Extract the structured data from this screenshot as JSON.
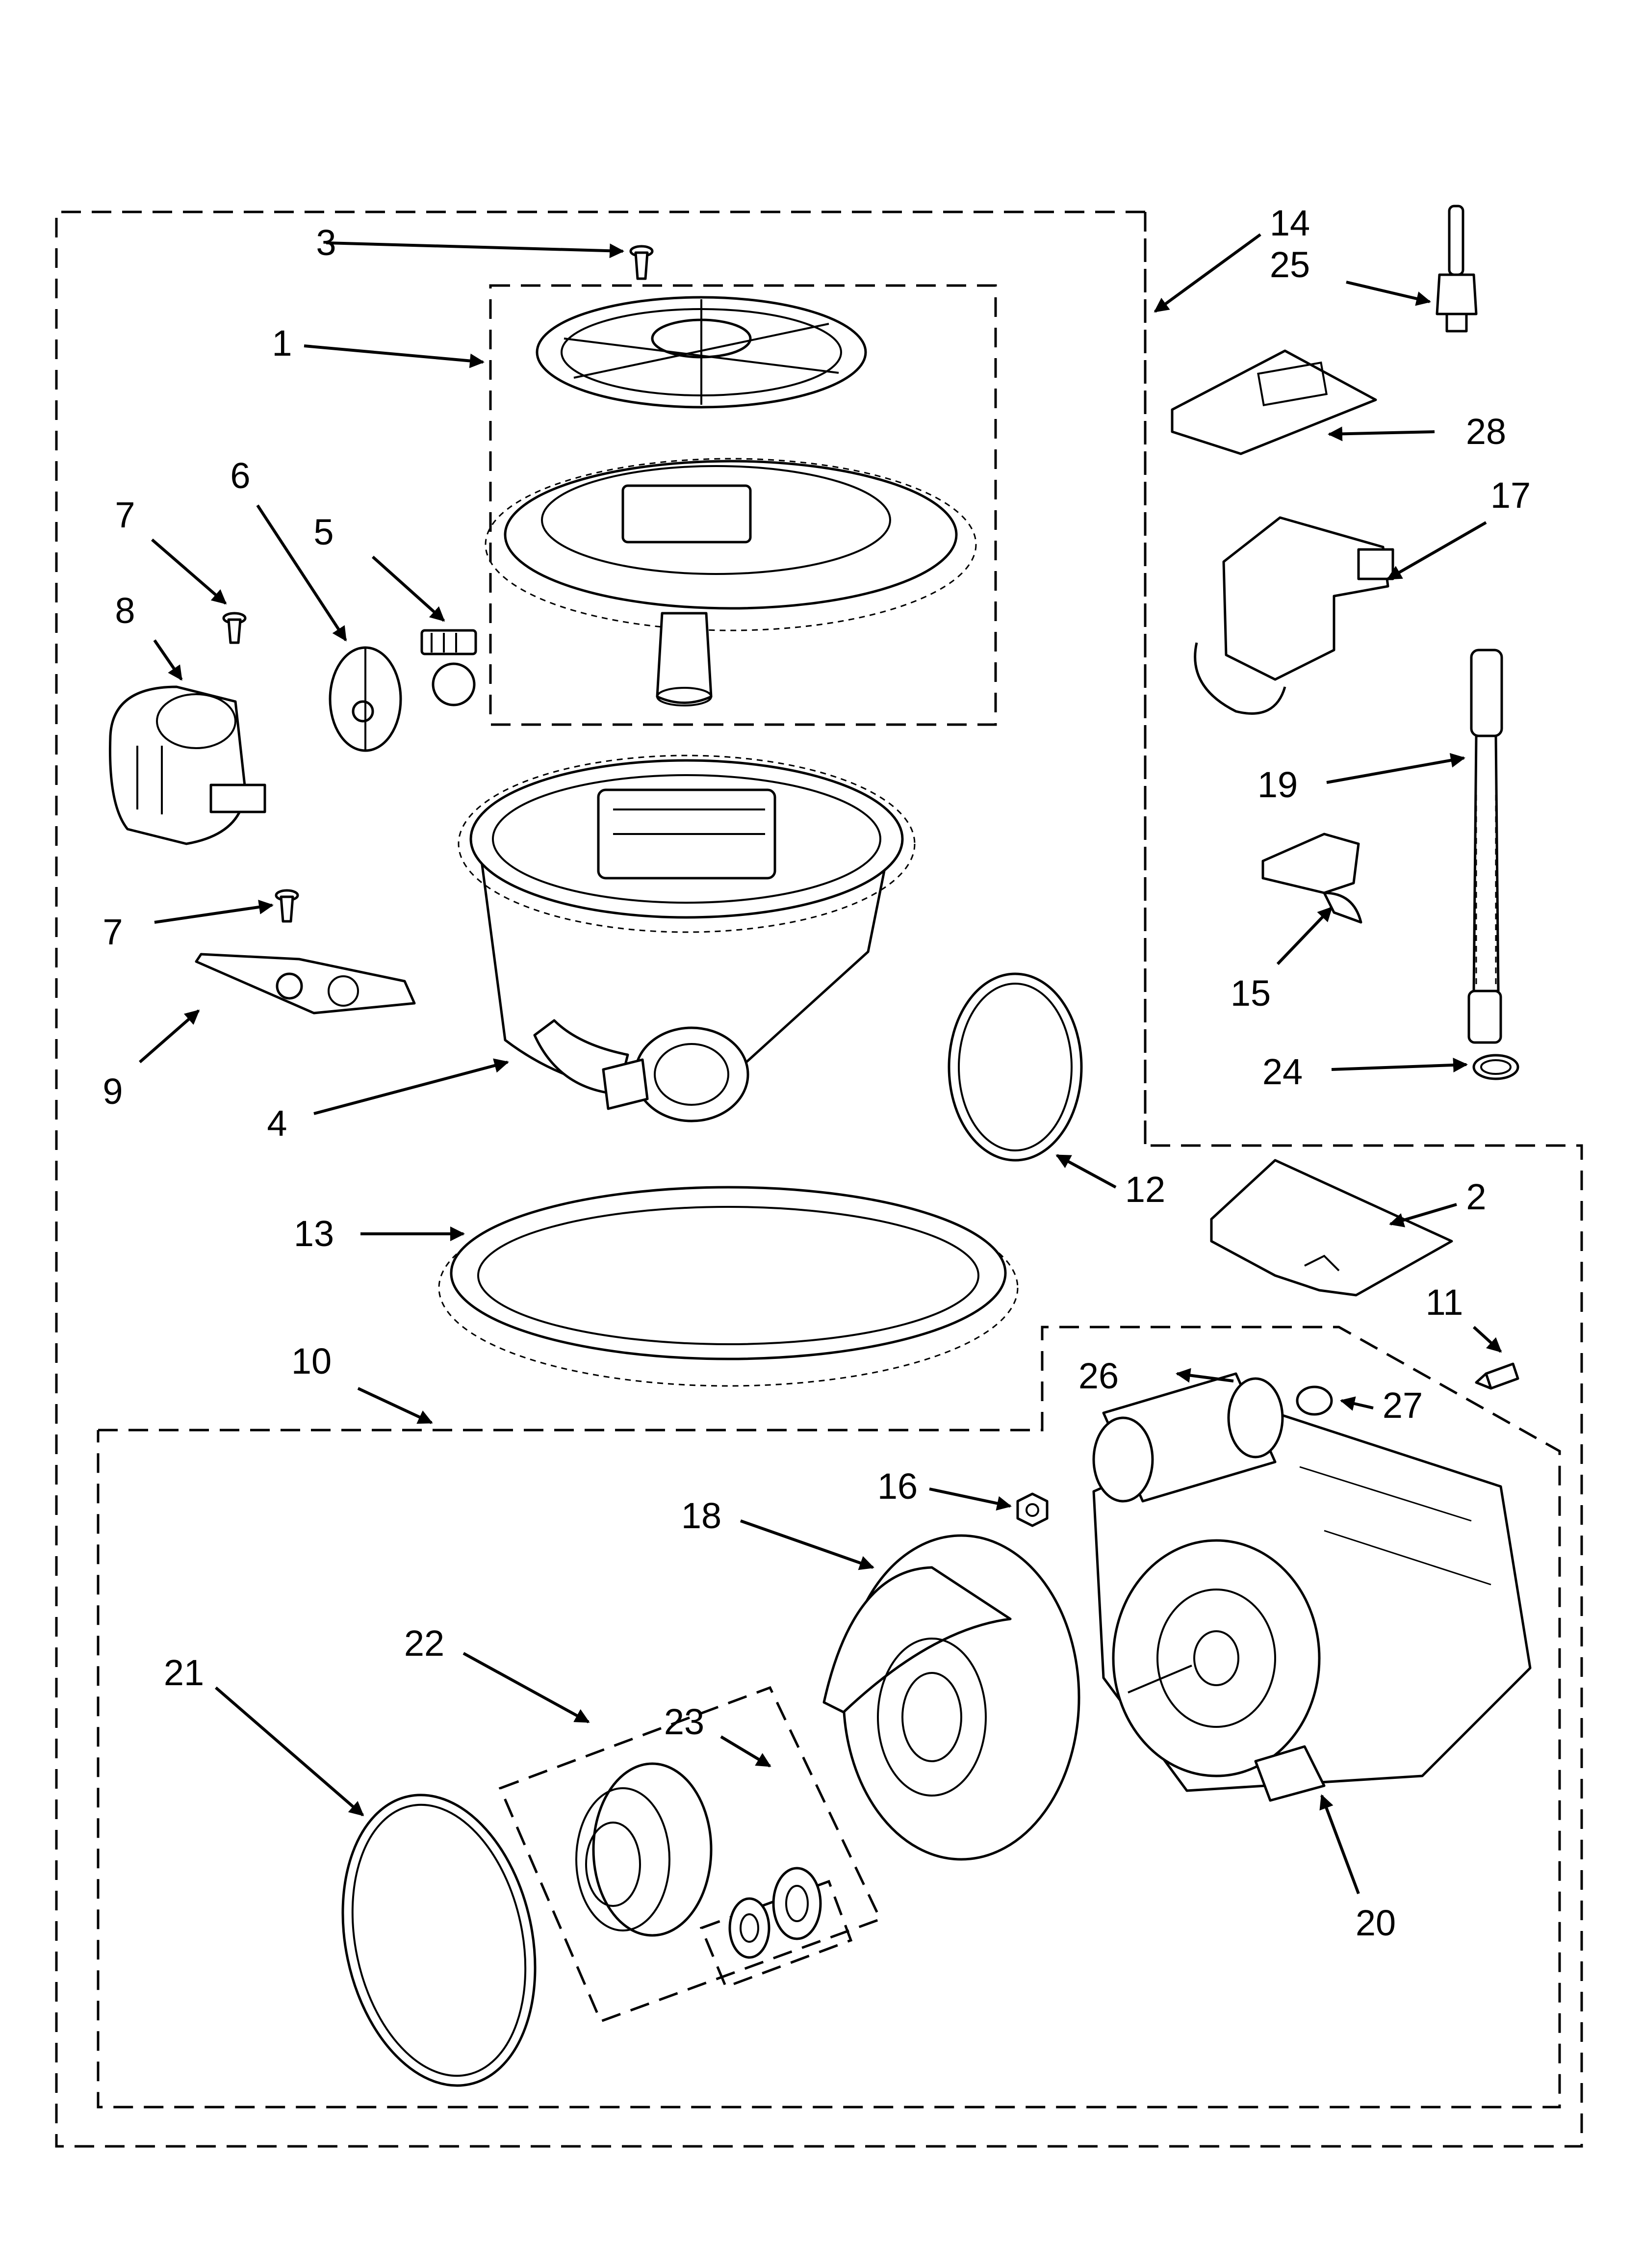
{
  "diagram": {
    "callouts": [
      {
        "id": "1",
        "label": "1"
      },
      {
        "id": "2",
        "label": "2"
      },
      {
        "id": "3",
        "label": "3"
      },
      {
        "id": "4",
        "label": "4"
      },
      {
        "id": "5",
        "label": "5"
      },
      {
        "id": "6",
        "label": "6"
      },
      {
        "id": "7a",
        "label": "7"
      },
      {
        "id": "7b",
        "label": "7"
      },
      {
        "id": "8",
        "label": "8"
      },
      {
        "id": "9",
        "label": "9"
      },
      {
        "id": "10",
        "label": "10"
      },
      {
        "id": "11",
        "label": "11"
      },
      {
        "id": "12",
        "label": "12"
      },
      {
        "id": "13",
        "label": "13"
      },
      {
        "id": "14",
        "label": "14"
      },
      {
        "id": "15",
        "label": "15"
      },
      {
        "id": "16",
        "label": "16"
      },
      {
        "id": "17",
        "label": "17"
      },
      {
        "id": "18",
        "label": "18"
      },
      {
        "id": "19",
        "label": "19"
      },
      {
        "id": "20",
        "label": "20"
      },
      {
        "id": "21",
        "label": "21"
      },
      {
        "id": "22",
        "label": "22"
      },
      {
        "id": "23",
        "label": "23"
      },
      {
        "id": "24",
        "label": "24"
      },
      {
        "id": "25",
        "label": "25"
      },
      {
        "id": "26",
        "label": "26"
      },
      {
        "id": "27",
        "label": "27"
      },
      {
        "id": "28",
        "label": "28"
      }
    ]
  }
}
